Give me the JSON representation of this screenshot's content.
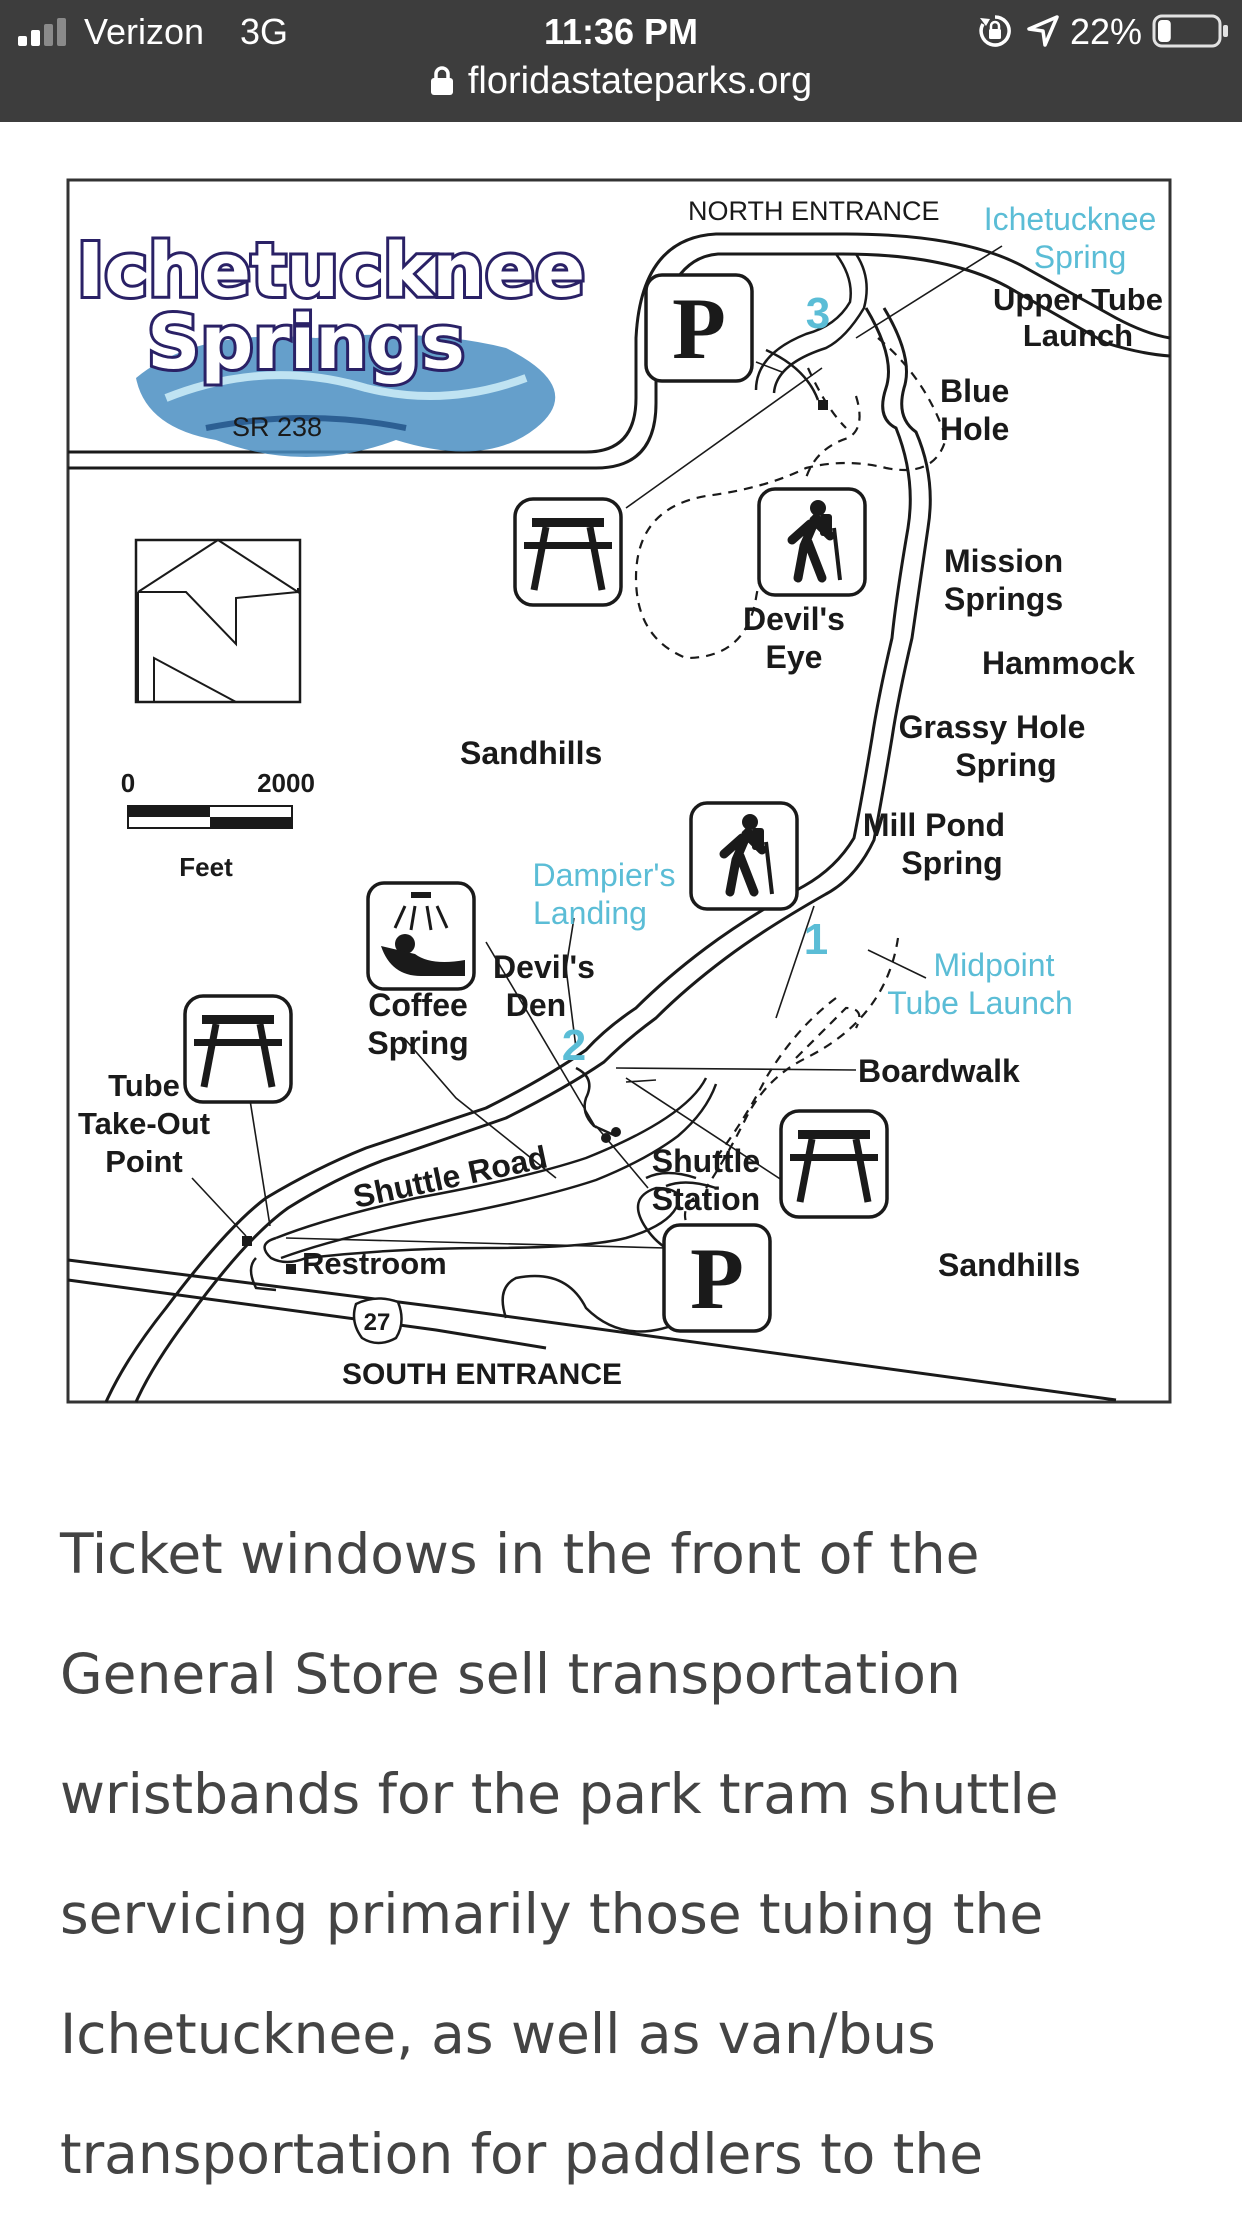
{
  "status_bar": {
    "carrier": "Verizon",
    "network": "3G",
    "time": "11:36 PM",
    "battery_percent": "22%",
    "signal_bars_filled": 2,
    "signal_bars_total": 4,
    "battery_level": 0.22,
    "icons": [
      "signal-icon",
      "rotation-lock-icon",
      "location-arrow-icon",
      "battery-icon"
    ]
  },
  "browser": {
    "url": "floridastateparks.org",
    "url_icon": "lock-icon"
  },
  "colors": {
    "status_bg": "#3d3d3d",
    "map_accent": "#5bbdd6",
    "article_text": "#444444"
  },
  "map": {
    "logo_line1": "Ichetucknee",
    "logo_line2": "Springs",
    "labels": {
      "north_entrance": "NORTH ENTRANCE",
      "south_entrance": "SOUTH ENTRANCE",
      "sr238": "SR 238",
      "us27": "27",
      "ichetucknee_spring_1": "Ichetucknee",
      "ichetucknee_spring_2": "Spring",
      "upper_tube_1": "Upper Tube",
      "upper_tube_2": "Launch",
      "blue_hole_1": "Blue",
      "blue_hole_2": "Hole",
      "mission_1": "Mission",
      "mission_2": "Springs",
      "hammock": "Hammock",
      "devils_eye_1": "Devil's",
      "devils_eye_2": "Eye",
      "grassy_1": "Grassy Hole",
      "grassy_2": "Spring",
      "mill_1": "Mill Pond",
      "mill_2": "Spring",
      "sandhills_west": "Sandhills",
      "sandhills_east": "Sandhills",
      "dampier_1": "Dampier's",
      "dampier_2": "Landing",
      "midpoint_1": "Midpoint",
      "midpoint_2": "Tube Launch",
      "devils_den_1": "Devil's",
      "devils_den_2": "Den",
      "coffee_1": "Coffee",
      "coffee_2": "Spring",
      "boardwalk": "Boardwalk",
      "tube_takeout_1": "Tube",
      "tube_takeout_2": "Take-Out",
      "tube_takeout_3": "Point",
      "shuttle_road": "Shuttle Road",
      "shuttle_station_1": "Shuttle",
      "shuttle_station_2": "Station",
      "restroom": "Restroom",
      "scale_0": "0",
      "scale_2000": "2000",
      "scale_unit": "Feet",
      "marker_1": "1",
      "marker_2": "2",
      "marker_3": "3",
      "parking_symbol": "P"
    }
  },
  "article": {
    "text": "Ticket windows in the front of the General Store sell transportation wristbands for the park tram shuttle servicing primarily those tubing the Ichetucknee, as well as van/bus transportation for paddlers to the"
  }
}
